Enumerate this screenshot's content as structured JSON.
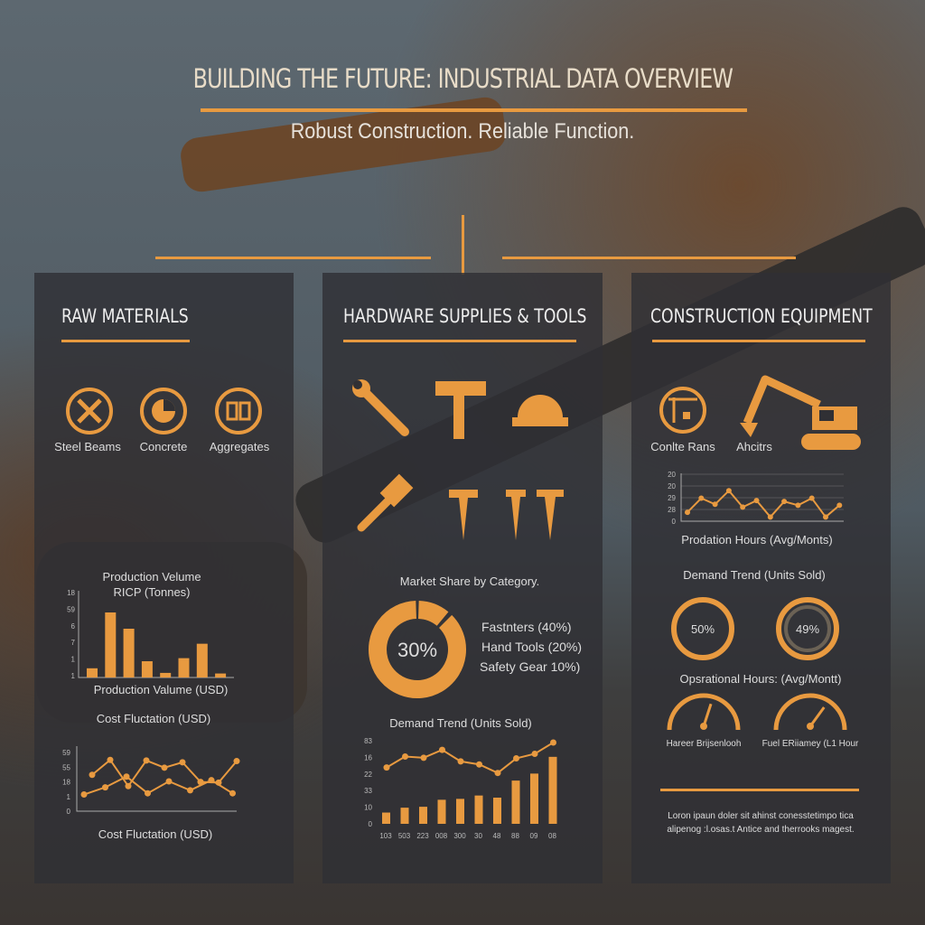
{
  "header": {
    "title": "BUILDING THE FUTURE: INDUSTRIAL DATA OVERVIEW",
    "subtitle": "Robust Construction. Reliable Function."
  },
  "colors": {
    "accent": "#e89a40",
    "panel": "#303034"
  },
  "panels": [
    {
      "title": "RAW MATERIALS",
      "items": [
        {
          "label": "Steel Beams",
          "icon": "wrench-screwdriver-icon"
        },
        {
          "label": "Concrete",
          "icon": "pie-icon"
        },
        {
          "label": "Aggregates",
          "icon": "blocks-icon"
        }
      ]
    },
    {
      "title": "HARDWARE SUPPLIES & TOOLS",
      "icons": [
        "wrench-icon",
        "hammer-icon",
        "hard-hat-icon",
        "mallet-icon",
        "nail-icon",
        "screw-icon"
      ]
    },
    {
      "title": "CONSTRUCTION EQUIPMENT",
      "items": [
        {
          "label": "Conlte Rans",
          "icon": "crane-icon"
        },
        {
          "label": "Ahcitrs",
          "icon": "excavator-icon"
        }
      ]
    }
  ],
  "chart_data": [
    {
      "type": "bar",
      "title": "Production Velume RICP (Tonnes)",
      "xlabel": "Production Valume (USD)",
      "ytick_labels": [
        "18",
        "59",
        "6",
        "7",
        "1",
        "1"
      ],
      "values": [
        30,
        212,
        159,
        53,
        15,
        63,
        110,
        13
      ]
    },
    {
      "type": "line",
      "title": "Cost Fluctation (USD)",
      "xlabel": "Cost Fluctation (USD)",
      "ytick_labels": [
        "0",
        "1",
        "18",
        "55",
        "59"
      ],
      "series": [
        {
          "values": [
            61,
            86,
            42,
            85,
            73,
            82,
            49,
            48,
            84
          ]
        },
        {
          "values": [
            28,
            40,
            58,
            30,
            50,
            35,
            52,
            30
          ]
        }
      ]
    },
    {
      "type": "pie",
      "title": "Market Share by Category.",
      "center_label": "30%",
      "legend": [
        "Fastnters (40%)",
        "Hand Tools (20%)",
        "Safety Gear 10%)"
      ],
      "values": [
        12,
        88
      ]
    },
    {
      "type": "bar",
      "title": "Demand Trend (Units Sold)",
      "categories": [
        "103",
        "503",
        "223",
        "008",
        "300",
        "30",
        "48",
        "88",
        "09",
        "08"
      ],
      "ytick_labels": [
        "0",
        "10",
        "33",
        "22",
        "16",
        "83"
      ],
      "values": [
        37,
        53,
        56,
        79,
        82,
        93,
        86,
        142,
        165,
        220
      ],
      "line_values": [
        185,
        221,
        217,
        243,
        205,
        195,
        167,
        215,
        230,
        267
      ]
    },
    {
      "type": "line",
      "xlabel": "Prodation Hours (Avg/Monts)",
      "ytick_labels": [
        "0",
        "28",
        "29",
        "20",
        "20"
      ],
      "values": [
        19,
        49,
        36,
        65,
        30,
        44,
        9,
        42,
        34,
        49,
        9,
        34
      ]
    },
    {
      "type": "pie",
      "title": "Demand Trend (Units Sold)",
      "rings": [
        {
          "label": "50%",
          "value": 100
        },
        {
          "label": "49%",
          "value": 40
        }
      ]
    },
    {
      "type": "gauge",
      "title": "Opsrational Hours: (Avg/Montt)",
      "gauges": [
        {
          "label": "Hareer Brijsenlooh",
          "value": 0.6
        },
        {
          "label": "Fuel ERiiamey (L1 Hour",
          "value": 0.7
        }
      ]
    }
  ],
  "footer_text": "Loron ipaun doler sit ahinst conesstetimpo tica alipenog :l.osas.t Antice and therrooks magest."
}
